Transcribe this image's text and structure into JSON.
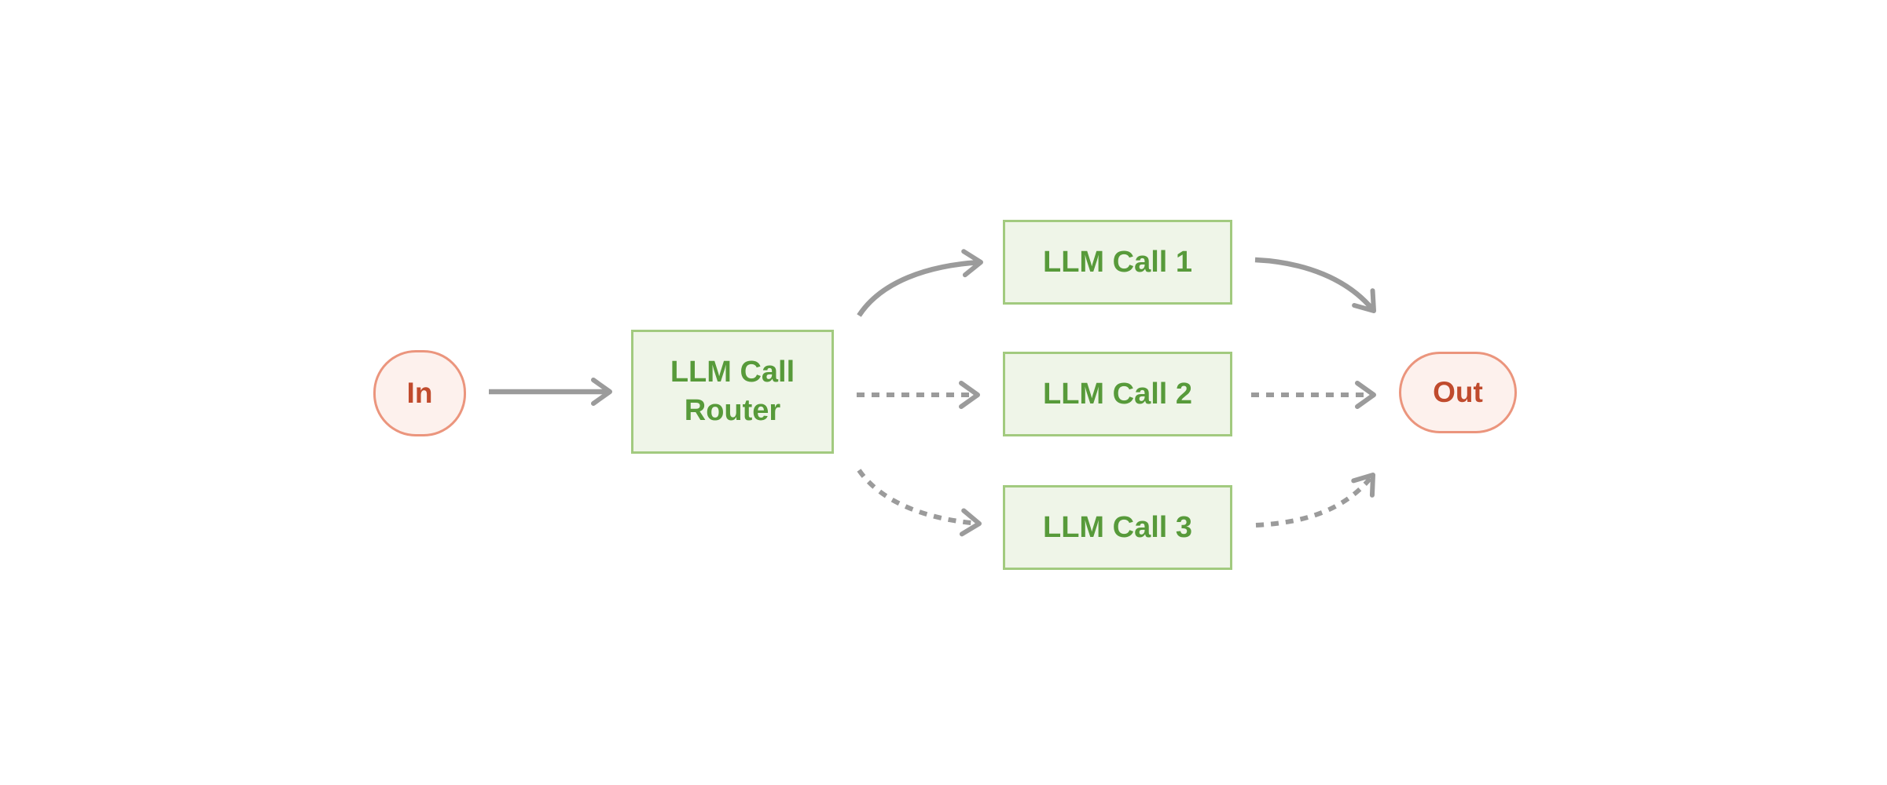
{
  "diagram": {
    "nodes": {
      "in": {
        "label": "In",
        "type": "endpoint"
      },
      "router": {
        "label": "LLM Call Router",
        "type": "process"
      },
      "call1": {
        "label": "LLM Call 1",
        "type": "process"
      },
      "call2": {
        "label": "LLM Call 2",
        "type": "process"
      },
      "call3": {
        "label": "LLM Call 3",
        "type": "process"
      },
      "out": {
        "label": "Out",
        "type": "endpoint"
      }
    },
    "edges": [
      {
        "from": "In",
        "to": "LLM Call Router",
        "style": "solid"
      },
      {
        "from": "LLM Call Router",
        "to": "LLM Call 1",
        "style": "solid"
      },
      {
        "from": "LLM Call Router",
        "to": "LLM Call 2",
        "style": "dashed"
      },
      {
        "from": "LLM Call Router",
        "to": "LLM Call 3",
        "style": "dashed"
      },
      {
        "from": "LLM Call 1",
        "to": "Out",
        "style": "solid"
      },
      {
        "from": "LLM Call 2",
        "to": "Out",
        "style": "dashed"
      },
      {
        "from": "LLM Call 3",
        "to": "Out",
        "style": "dashed"
      }
    ],
    "colors": {
      "background": "#ffffff",
      "endpoint_fill": "#fdf1ed",
      "endpoint_border": "#eb957d",
      "endpoint_text": "#c04b2d",
      "process_fill": "#eff5e8",
      "process_border": "#a2ca7f",
      "process_text": "#579a3a",
      "arrow": "#9b9b9b"
    }
  }
}
